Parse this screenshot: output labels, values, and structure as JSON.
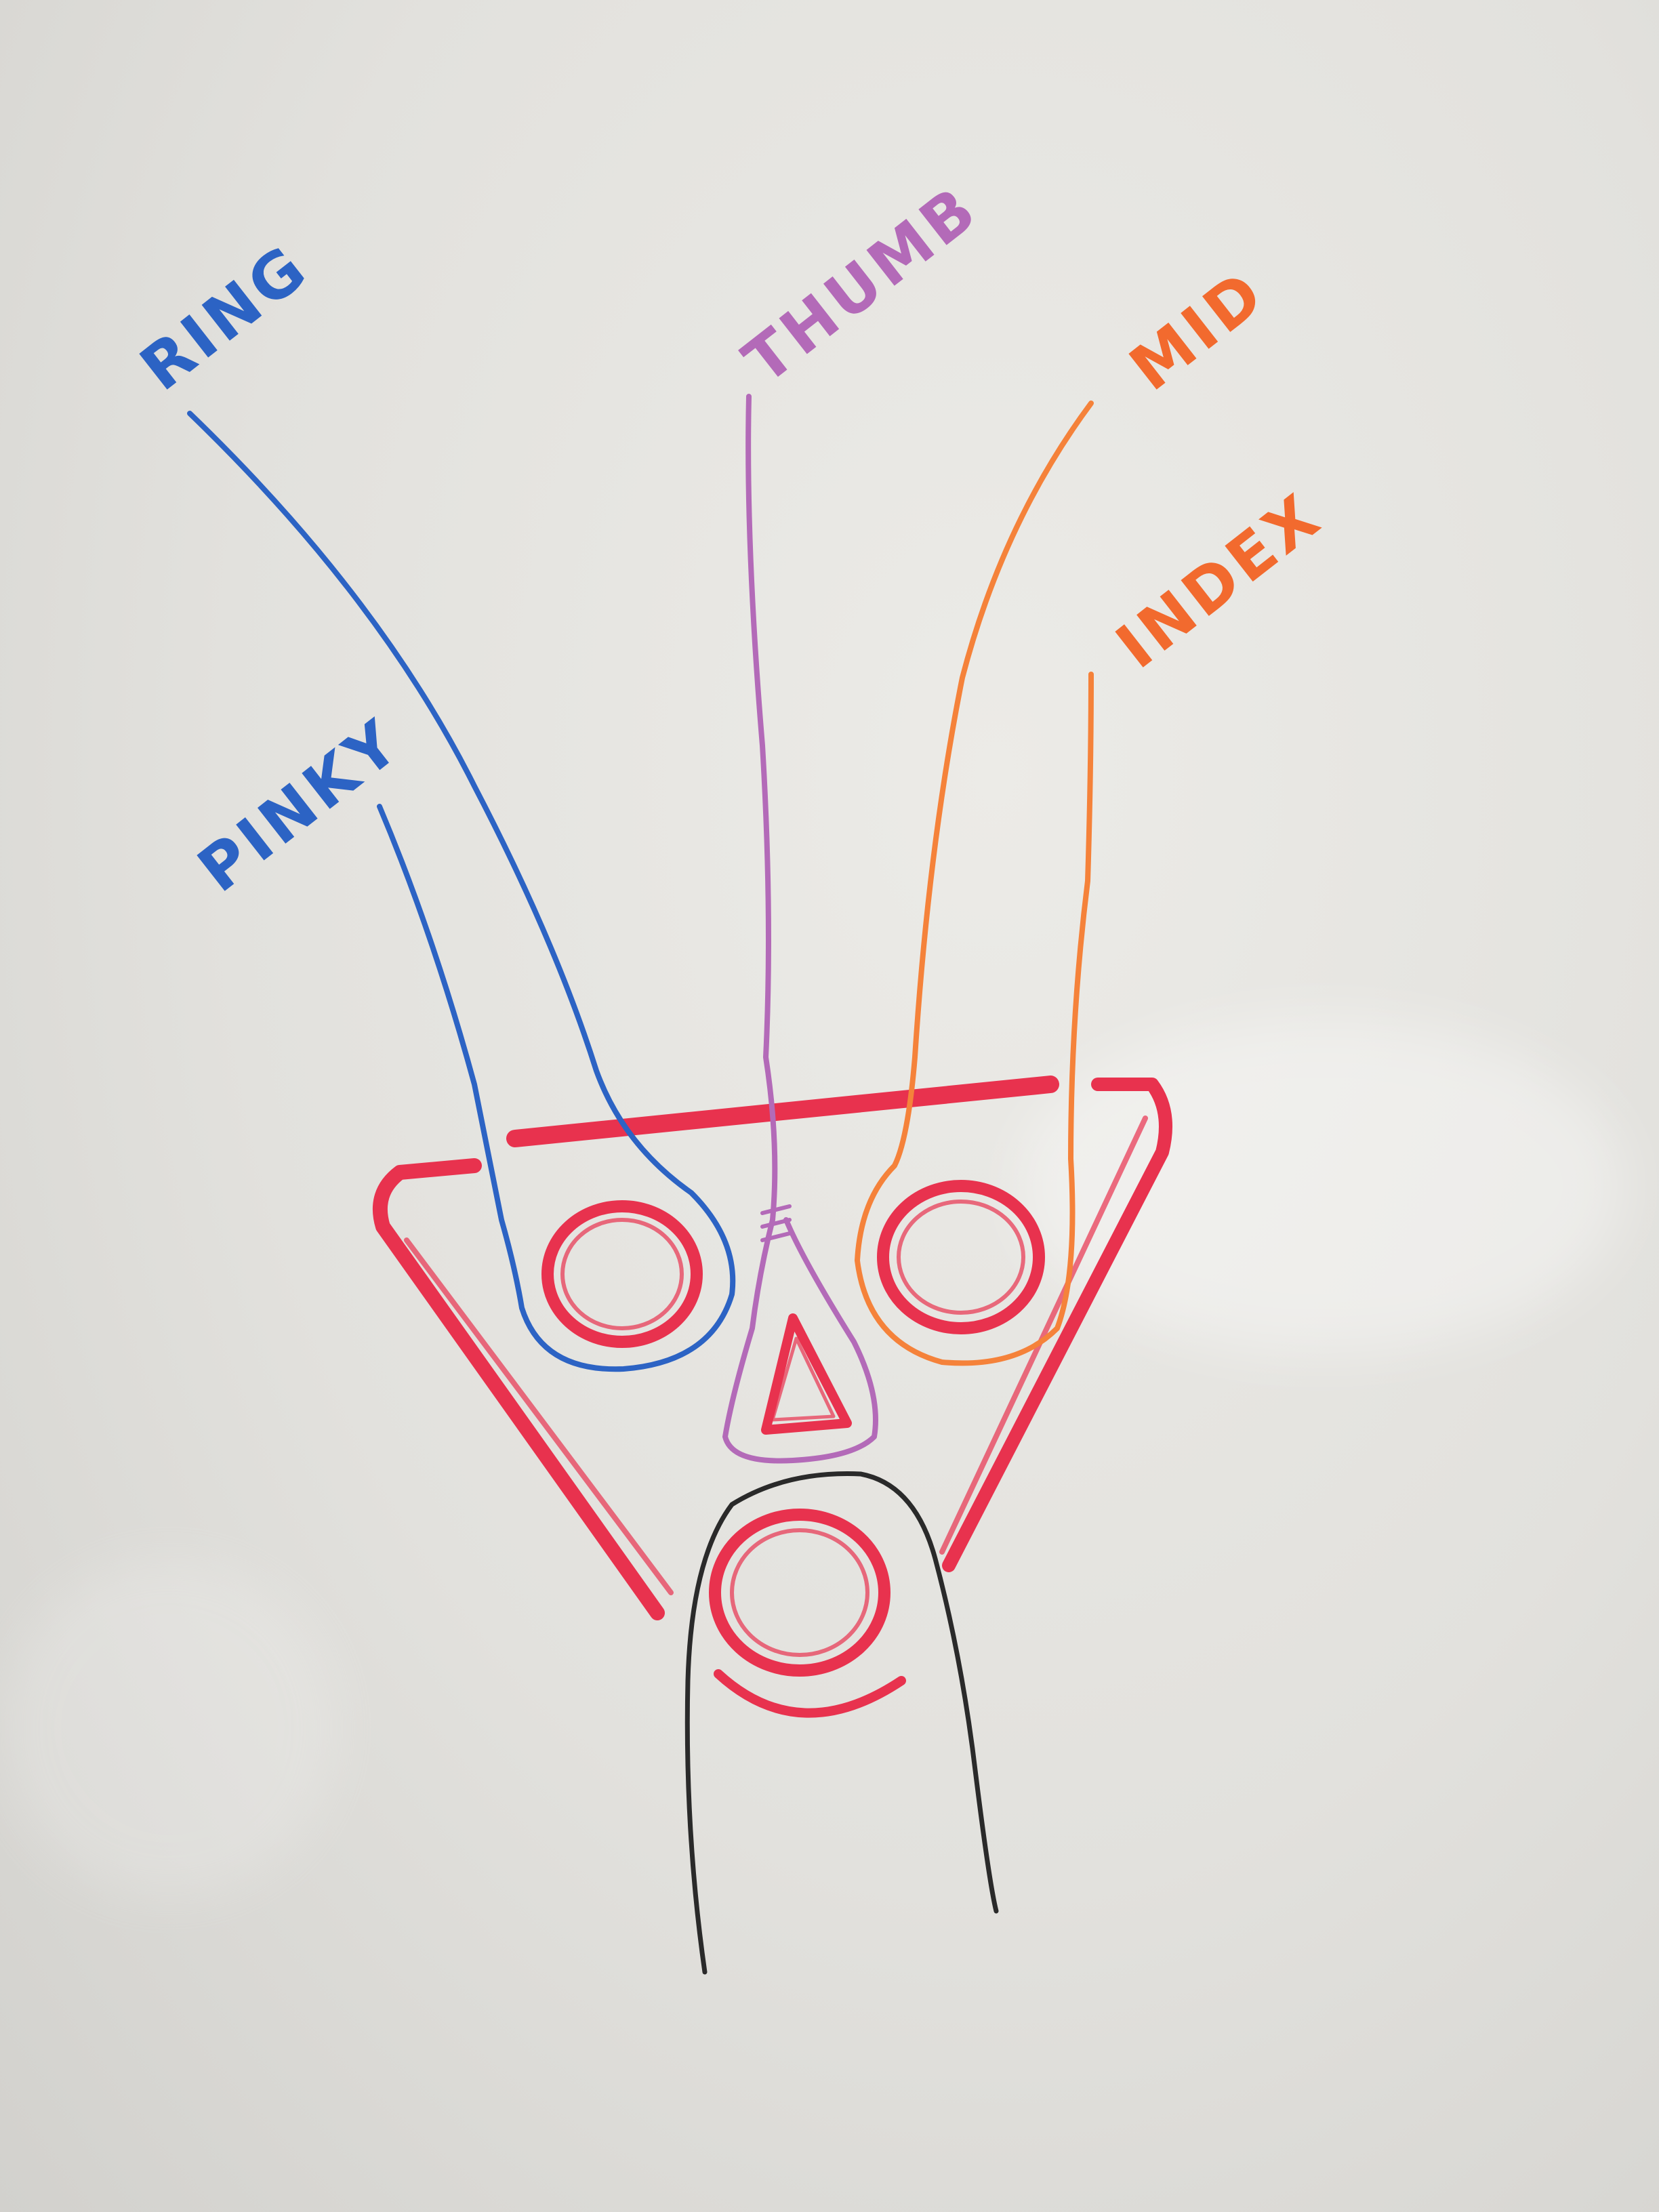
{
  "labels": {
    "ring": "RING",
    "pinky": "PINKY",
    "thumb": "THUMB",
    "mid": "MID",
    "index": "INDEX"
  },
  "colors": {
    "blue": "#2c63c4",
    "purple": "#b36ab8",
    "orange": "#f26a2e",
    "orange_line": "#f5823a",
    "red": "#e8324e",
    "black": "#2a2a2a",
    "board": "#e6e5e1"
  }
}
